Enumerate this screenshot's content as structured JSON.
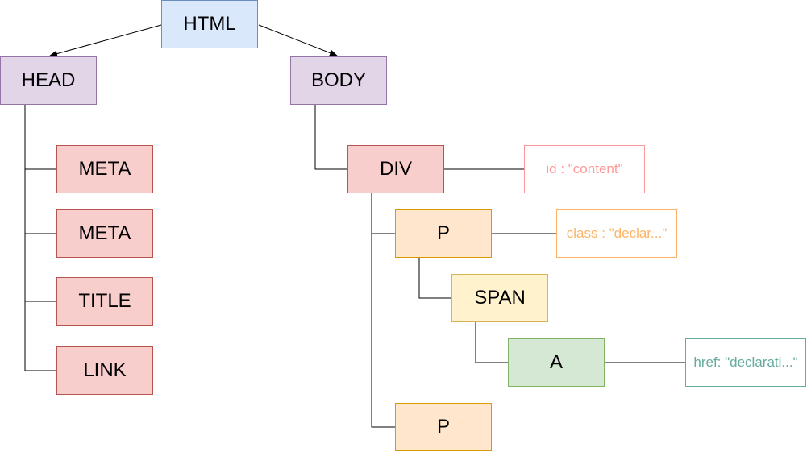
{
  "colors": {
    "html_fill": "#dae8fc",
    "html_stroke": "#6c8ebf",
    "purple_fill": "#e1d5e7",
    "purple_stroke": "#9673a6",
    "red_fill": "#f8cecc",
    "red_stroke": "#b85450",
    "orange_fill": "#ffe6cc",
    "orange_stroke": "#d79b00",
    "yellow_fill": "#fff2cc",
    "yellow_stroke": "#d6b656",
    "green_fill": "#d5e8d4",
    "green_stroke": "#82b366",
    "attr_red": "#ff9999",
    "attr_orange": "#ffb366",
    "attr_green": "#67ab9f"
  },
  "nodes": {
    "html": "HTML",
    "head": "HEAD",
    "body": "BODY",
    "meta_1": "META",
    "meta_2": "META",
    "title": "TITLE",
    "link": "LINK",
    "div": "DIV",
    "p_1": "P",
    "span": "SPAN",
    "a": "A",
    "p_2": "P"
  },
  "attributes": {
    "div_id": "id : \"content\"",
    "p_class": "class : \"declar...\"",
    "a_href": "href: \"declarati...\""
  }
}
